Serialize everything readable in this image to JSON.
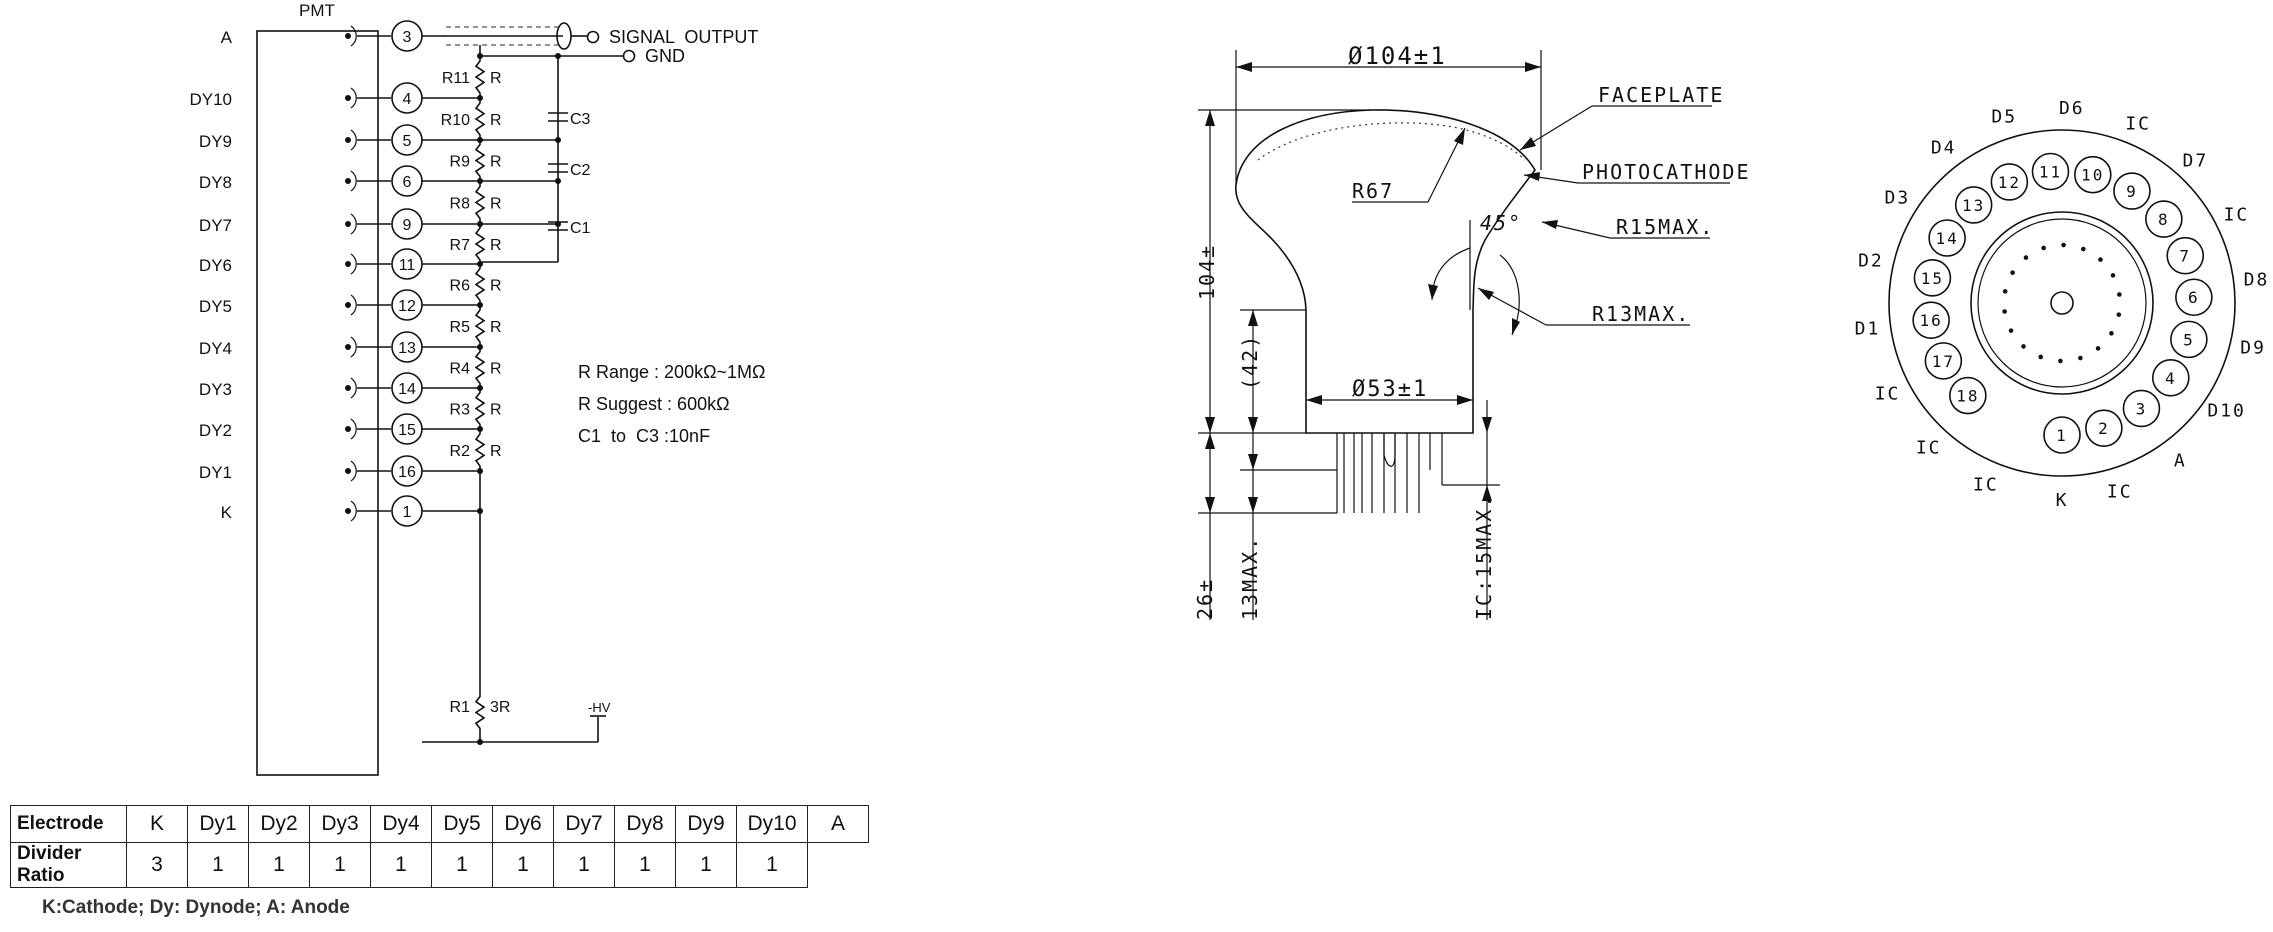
{
  "schematic": {
    "pmt_label": "PMT",
    "signal_output": "SIGNAL  OUTPUT",
    "gnd": "GND",
    "hv": "-HV",
    "electrodes": [
      {
        "label": "A",
        "pin": "3"
      },
      {
        "label": "DY10",
        "pin": "4"
      },
      {
        "label": "DY9",
        "pin": "5"
      },
      {
        "label": "DY8",
        "pin": "6"
      },
      {
        "label": "DY7",
        "pin": "9"
      },
      {
        "label": "DY6",
        "pin": "11"
      },
      {
        "label": "DY5",
        "pin": "12"
      },
      {
        "label": "DY4",
        "pin": "13"
      },
      {
        "label": "DY3",
        "pin": "14"
      },
      {
        "label": "DY2",
        "pin": "15"
      },
      {
        "label": "DY1",
        "pin": "16"
      },
      {
        "label": "K",
        "pin": "1"
      }
    ],
    "resistors": [
      {
        "name": "R11",
        "value": "R"
      },
      {
        "name": "R10",
        "value": "R"
      },
      {
        "name": "R9",
        "value": "R"
      },
      {
        "name": "R8",
        "value": "R"
      },
      {
        "name": "R7",
        "value": "R"
      },
      {
        "name": "R6",
        "value": "R"
      },
      {
        "name": "R5",
        "value": "R"
      },
      {
        "name": "R4",
        "value": "R"
      },
      {
        "name": "R3",
        "value": "R"
      },
      {
        "name": "R2",
        "value": "R"
      },
      {
        "name": "R1",
        "value": "3R"
      }
    ],
    "capacitors": [
      "C3",
      "C2",
      "C1"
    ],
    "notes": [
      "R Range : 200kΩ~1MΩ",
      "R Suggest : 600kΩ",
      "C1  to  C3 :10nF"
    ]
  },
  "dimensions": {
    "dia_top": "Ø104±1",
    "dia_neck": "Ø53±1",
    "r67": "R67",
    "angle": "45°",
    "faceplate": "FACEPLATE",
    "photocathode": "PHOTOCATHODE",
    "r15": "R15MAX.",
    "r13": "R13MAX.",
    "height": "104±",
    "dim42": "(42)",
    "dim26": "26±",
    "dim13": "13MAX.",
    "ic15": "IC:15MAX."
  },
  "base": {
    "pins": [
      "1",
      "2",
      "3",
      "4",
      "5",
      "6",
      "7",
      "8",
      "9",
      "10",
      "11",
      "12",
      "13",
      "14",
      "15",
      "16",
      "17",
      "18"
    ],
    "labels": [
      "K",
      "IC",
      "A",
      "D10",
      "D9",
      "D8",
      "IC",
      "D7",
      "IC",
      "D6",
      "D5",
      "D4",
      "D3",
      "D2",
      "D1",
      "IC",
      "IC",
      "IC"
    ]
  },
  "table": {
    "row1": [
      "Electrode",
      "K",
      "Dy1",
      "Dy2",
      "Dy3",
      "Dy4",
      "Dy5",
      "Dy6",
      "Dy7",
      "Dy8",
      "Dy9",
      "Dy10",
      "A"
    ],
    "row2": [
      "Divider Ratio",
      "3",
      "1",
      "1",
      "1",
      "1",
      "1",
      "1",
      "1",
      "1",
      "1",
      "1"
    ],
    "legend": "K:Cathode; Dy: Dynode; A: Anode"
  }
}
